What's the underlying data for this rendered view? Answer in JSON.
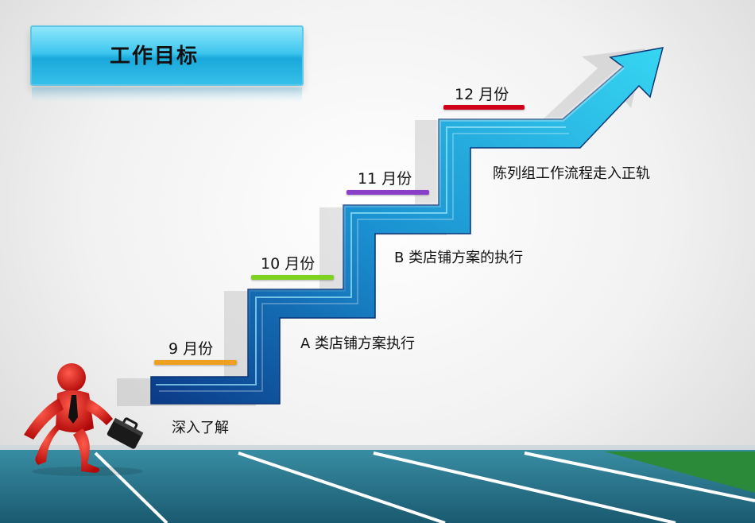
{
  "title": "工作目标",
  "milestones": [
    {
      "month": "9 月份",
      "task": "深入了解",
      "color": "#f0a020"
    },
    {
      "month": "10 月份",
      "task": "A 类店铺方案执行",
      "color": "#7ed321"
    },
    {
      "month": "11 月份",
      "task": "B 类店铺方案的执行",
      "color": "#8a3fc8"
    },
    {
      "month": "12 月份",
      "task": "陈列组工作流程走入正轨",
      "color": "#d0021b"
    }
  ],
  "colors": {
    "stair_dark": "#0d3f8f",
    "stair_light": "#2fd0ee",
    "runner": "#e01515",
    "track": "#1f6f86"
  },
  "icons": [
    "runner-figure-icon",
    "briefcase-icon",
    "arrow-up-icon"
  ]
}
